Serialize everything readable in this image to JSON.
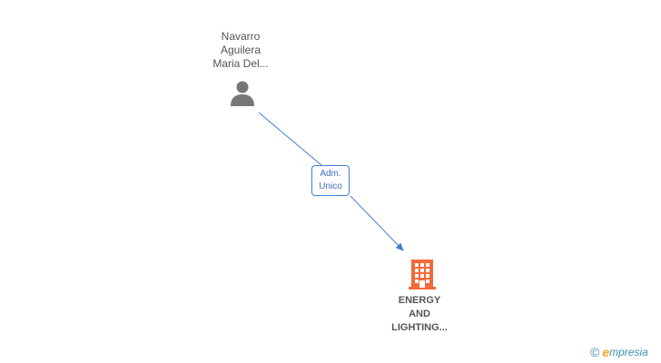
{
  "person": {
    "name_lines": [
      "Navarro",
      "Aguilera",
      "Maria Del..."
    ],
    "icon": "person-icon"
  },
  "relation": {
    "label_lines": [
      "Adm.",
      "Unico"
    ]
  },
  "company": {
    "name_lines": [
      "ENERGY",
      "AND",
      "LIGHTING..."
    ],
    "icon": "building-icon"
  },
  "brand": {
    "copyright_symbol": "©",
    "e_letter": "e",
    "rest": "mpresia"
  },
  "colors": {
    "edge": "#3f7fcf",
    "person_icon": "#777777",
    "company_icon": "#f26a3a",
    "label_text": "#555555",
    "brand_blue": "#3d8fb8",
    "brand_orange": "#f5a623"
  }
}
